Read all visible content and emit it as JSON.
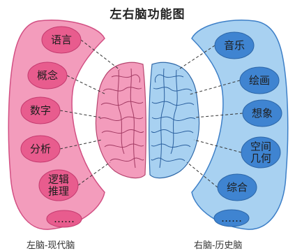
{
  "title": "左右脑功能图",
  "left_brain": {
    "caption": "左脑-现代脑",
    "color": "#e85c8e",
    "band_color": "#f39cbc",
    "items": [
      {
        "label": "语言",
        "lines": [
          "语言"
        ]
      },
      {
        "label": "概念",
        "lines": [
          "概念"
        ]
      },
      {
        "label": "数字",
        "lines": [
          "数字"
        ]
      },
      {
        "label": "分析",
        "lines": [
          "分析"
        ]
      },
      {
        "label": "逻辑推理",
        "lines": [
          "逻辑",
          "推理"
        ]
      },
      {
        "label": "……",
        "lines": [
          "……"
        ]
      }
    ]
  },
  "right_brain": {
    "caption": "右脑-历史脑",
    "color": "#3f84d1",
    "band_color": "#a8d1f1",
    "items": [
      {
        "label": "音乐",
        "lines": [
          "音乐"
        ]
      },
      {
        "label": "绘画",
        "lines": [
          "绘画"
        ]
      },
      {
        "label": "想象",
        "lines": [
          "想象"
        ]
      },
      {
        "label": "空间几何",
        "lines": [
          "空间",
          "几何"
        ]
      },
      {
        "label": "综合",
        "lines": [
          "综合"
        ]
      },
      {
        "label": "……",
        "lines": [
          "……"
        ]
      }
    ]
  }
}
